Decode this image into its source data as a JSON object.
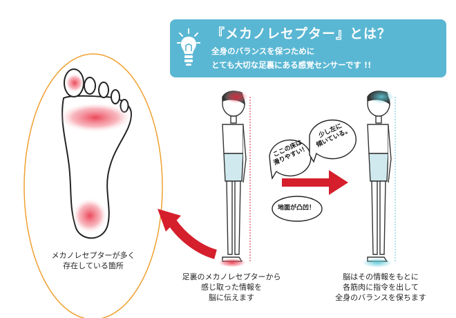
{
  "banner": {
    "title": "『メカノレセプター』とは？",
    "line1": "全身のバランスを保つために",
    "line2": "とても大切な足裏にある感覚センサーです !!",
    "bg_color": "#5ab7d3",
    "icon": "lightbulb-icon"
  },
  "foot_panel": {
    "caption_line1": "メカノレセプターが多く",
    "caption_line2": "存在している箇所",
    "outline_color": "#f0a030",
    "hotspot_color": "#e8283c"
  },
  "center": {
    "bubble_floor_line1": "ここの床は",
    "bubble_floor_line2": "滑りやすい！",
    "bubble_tilt_line1": "少し左に",
    "bubble_tilt_line2": "傾いている。",
    "bubble_ground": "地面が凸凹！",
    "caption_line1": "足裏のメカノレセプターから",
    "caption_line2": "感じ取った情報を",
    "caption_line3": "脳に伝えます",
    "arrow_color": "#d61f2c"
  },
  "right": {
    "caption_line1": "脳はその情報をもとに",
    "caption_line2": "各筋肉に指令を出して",
    "caption_line3": "全身のバランスを保ちます",
    "highlight_color": "#5ec9d8"
  }
}
